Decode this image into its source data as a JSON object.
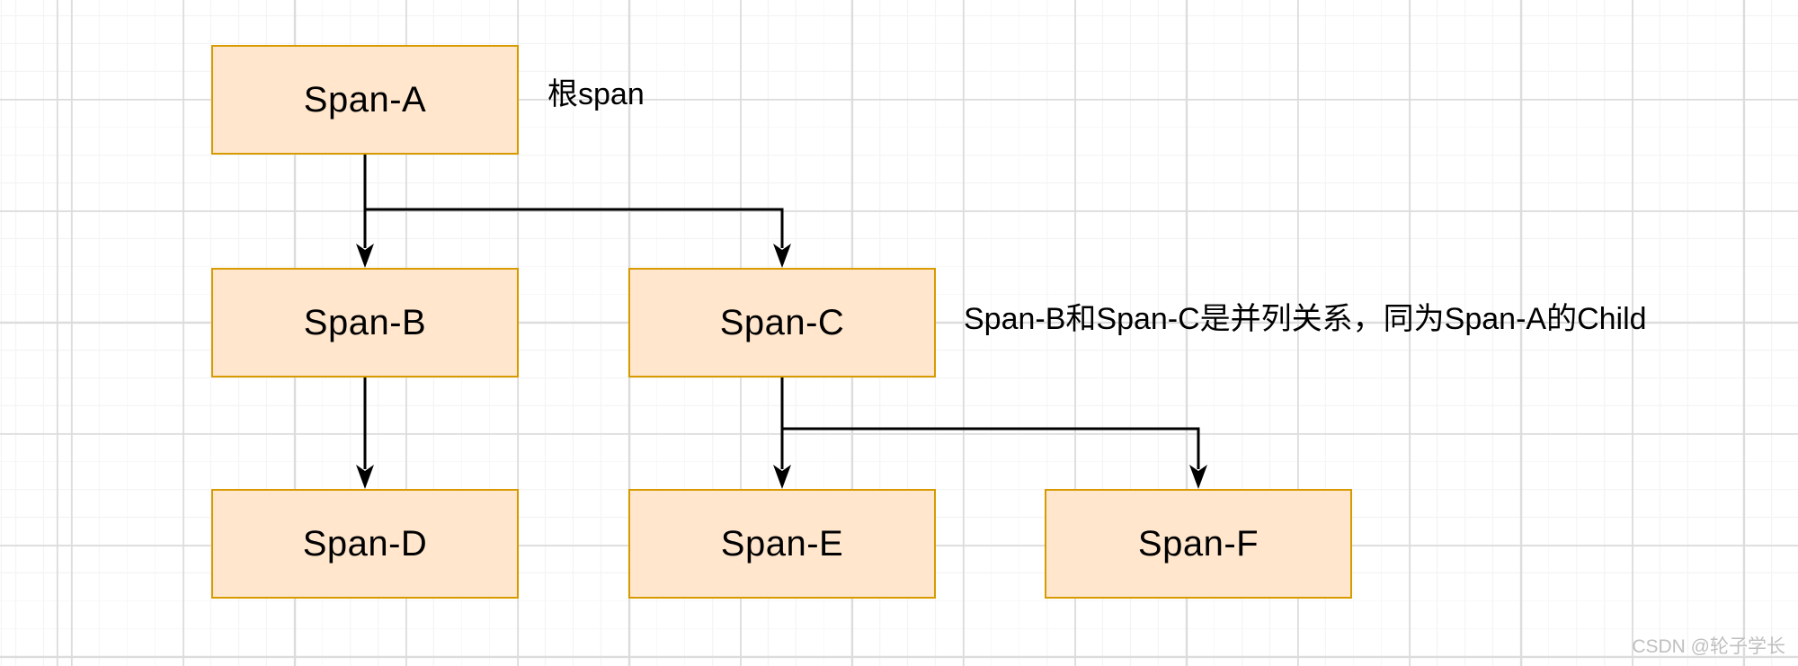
{
  "diagram": {
    "title": "span-hierarchy-diagram",
    "nodes": [
      {
        "id": "span-a",
        "label": "Span-A"
      },
      {
        "id": "span-b",
        "label": "Span-B"
      },
      {
        "id": "span-c",
        "label": "Span-C"
      },
      {
        "id": "span-d",
        "label": "Span-D"
      },
      {
        "id": "span-e",
        "label": "Span-E"
      },
      {
        "id": "span-f",
        "label": "Span-F"
      }
    ],
    "edges": [
      {
        "from": "span-a",
        "to": "span-b"
      },
      {
        "from": "span-a",
        "to": "span-c"
      },
      {
        "from": "span-b",
        "to": "span-d"
      },
      {
        "from": "span-c",
        "to": "span-e"
      },
      {
        "from": "span-c",
        "to": "span-f"
      }
    ],
    "annotations": [
      {
        "id": "root-note",
        "text": "根span"
      },
      {
        "id": "siblings-note",
        "text": "Span-B和Span-C是并列关系，同为Span-A的Child"
      }
    ],
    "colors": {
      "node_fill": "#ffe6cc",
      "node_border": "#d79b00",
      "edge": "#000000",
      "grid_minor": "#f4f4f4",
      "grid_major": "#dcdcdc",
      "background": "#ffffff"
    }
  },
  "watermark": {
    "text": "CSDN @轮子学长"
  }
}
